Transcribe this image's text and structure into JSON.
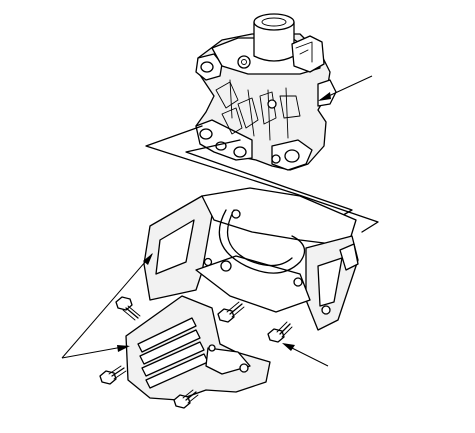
{
  "figure": {
    "kind": "exploded-parts-illustration",
    "labels": [],
    "callout_count": 3,
    "parts": [
      {
        "name": "actuator-assembly",
        "icon": "actuator-drawing"
      },
      {
        "name": "mounting-bracket",
        "icon": "bracket-drawing"
      },
      {
        "name": "flange-bolt",
        "icon": "bolt-drawing",
        "quantity": 6
      }
    ]
  }
}
